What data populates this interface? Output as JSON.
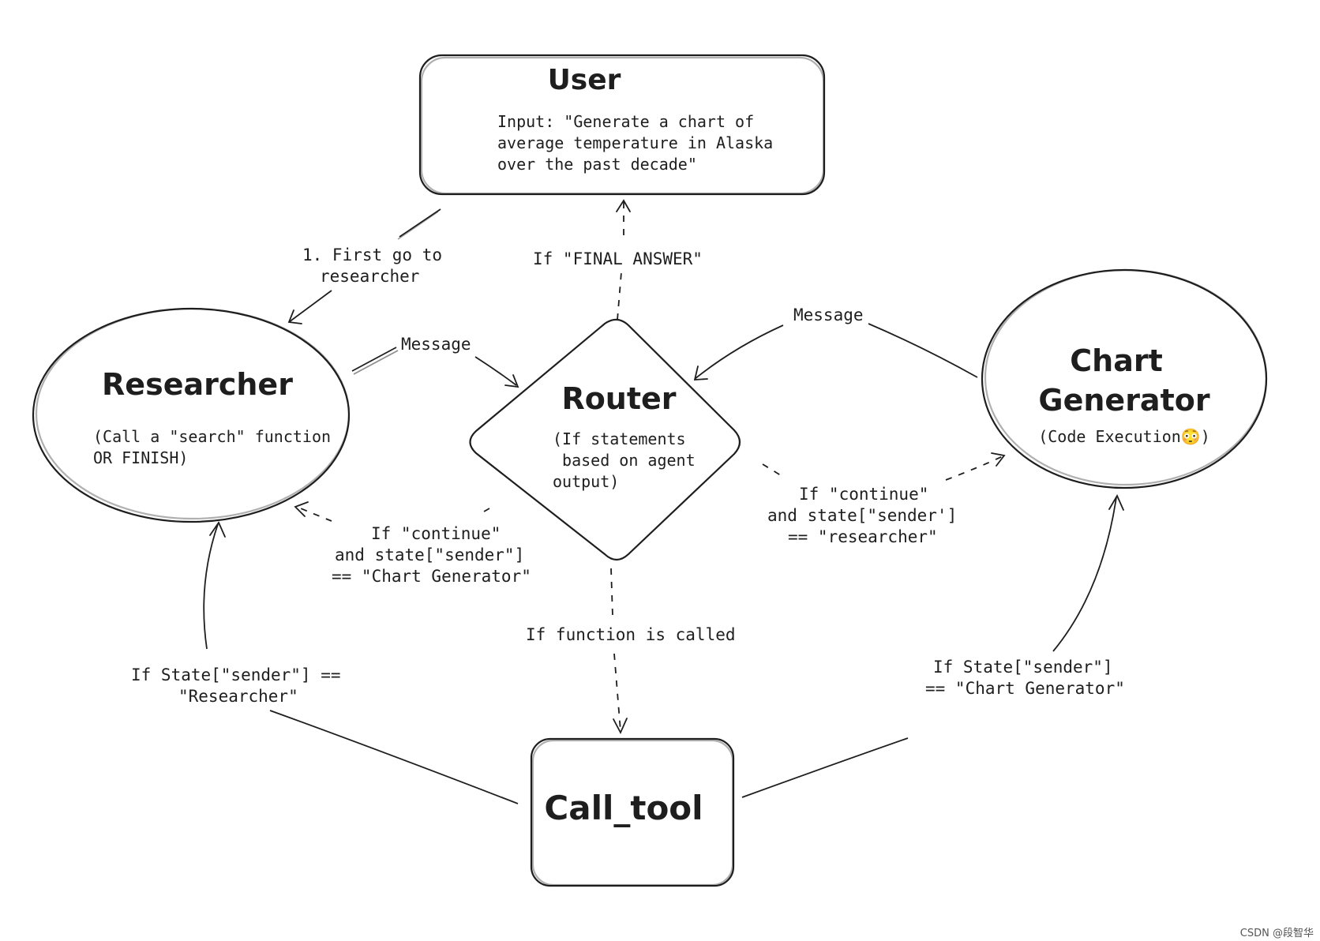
{
  "nodes": {
    "user": {
      "title": "User",
      "lines": [
        "Input: \"Generate a chart of",
        "average temperature in Alaska",
        "over the past decade\""
      ]
    },
    "researcher": {
      "title": "Researcher",
      "lines": [
        "(Call a \"search\" function",
        "OR FINISH)"
      ]
    },
    "router": {
      "title": "Router",
      "lines": [
        "(If statements",
        " based on agent",
        "output)"
      ]
    },
    "chart_generator": {
      "title_lines": [
        "Chart",
        "Generator"
      ],
      "lines": [
        "(Code Execution😳)"
      ]
    },
    "call_tool": {
      "title": "Call_tool"
    }
  },
  "edges": {
    "user_to_researcher": [
      "1. First go to",
      "researcher"
    ],
    "router_to_user": [
      "If \"FINAL ANSWER\""
    ],
    "researcher_to_router": [
      "Message"
    ],
    "chart_to_router": [
      "Message"
    ],
    "router_to_researcher": [
      "If \"continue\"",
      "and state[\"sender\"]",
      "== \"Chart Generator\""
    ],
    "router_to_chart": [
      "If \"continue\"",
      "and state[\"sender']",
      "== \"researcher\""
    ],
    "router_to_call_tool": [
      "If function is called"
    ],
    "call_tool_to_researcher": [
      "If State[\"sender\"] ==",
      "\"Researcher\""
    ],
    "call_tool_to_chart": [
      "If State[\"sender\"]",
      "== \"Chart Generator\""
    ]
  },
  "watermark": "CSDN @段智华"
}
